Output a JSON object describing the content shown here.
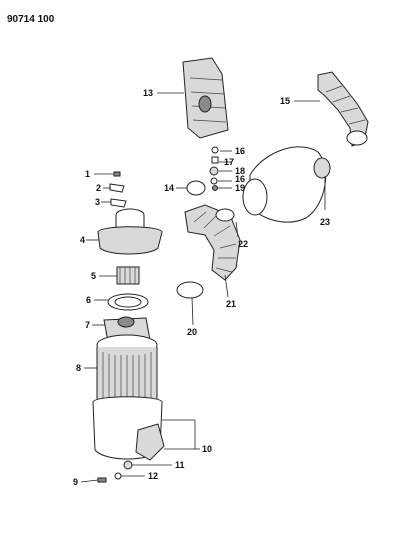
{
  "header": {
    "part_number": "90714 100"
  },
  "callouts": [
    "1",
    "2",
    "3",
    "4",
    "5",
    "6",
    "7",
    "8",
    "9",
    "10",
    "11",
    "12",
    "13",
    "14",
    "15",
    "16",
    "17",
    "18",
    "19",
    "20",
    "21",
    "22",
    "23"
  ]
}
